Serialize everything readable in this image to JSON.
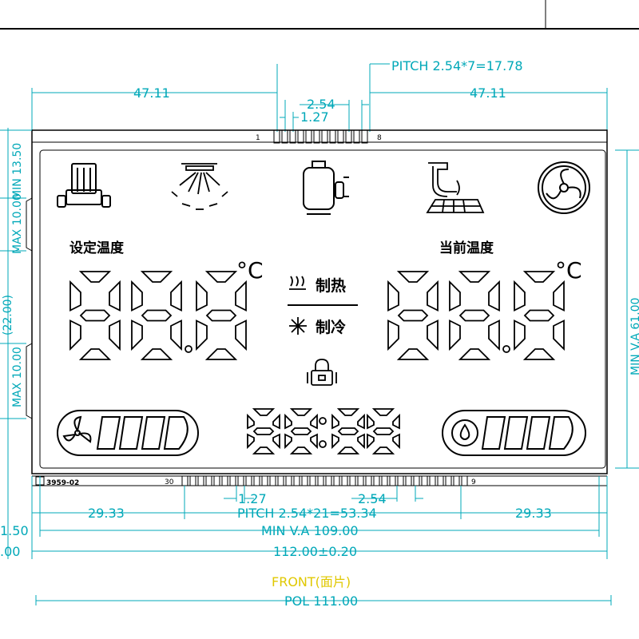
{
  "dims": {
    "pitch_top": "PITCH 2.54*7=17.78",
    "left_top": "47.11",
    "right_top": "47.11",
    "pitch_small": "2.54",
    "pin_width_small": "1.27",
    "pin_top_left": "1",
    "pin_top_right": "8",
    "pin_bot_left": "30",
    "pin_bot_right": "9",
    "model": "3959-02",
    "bot_left": "29.33",
    "bot_right": "29.33",
    "bot_pin_width": "1.27",
    "bot_pitch_small": "2.54",
    "bot_pitch": "PITCH 2.54*21=53.34",
    "min_va_w": "MIN V.A 109.00",
    "total_w": "112.00±0.20",
    "left_edge_a": "1.50",
    "left_edge_b": ".00",
    "front_label": "FRONT(面片)",
    "pol": "POL 111.00",
    "left_v1": "MIN 13.50",
    "left_v2": "MAX 10.00",
    "left_v3": "(22.00)",
    "left_v4": "MAX 10.00",
    "right_v": "MIN V.A 61.00"
  },
  "lcd": {
    "set_temp_label": "设定温度",
    "current_temp_label": "当前温度",
    "deg_c_left": "°C",
    "deg_c_right": "°C",
    "heat_label": "制热",
    "cool_label": "制冷",
    "digits_left": "88.8",
    "digits_right": "88.8",
    "clock_digits": "88:88"
  },
  "colors": {
    "dimension": "#00a8b8",
    "lcd_segments": "#000000",
    "front_label": "#e0c800"
  },
  "icons": [
    "water-pump-icon",
    "sprinkler-icon",
    "compressor-icon",
    "floor-heating-icon",
    "fan-icon",
    "heat-icon",
    "snowflake-icon",
    "lock-icon",
    "fan-level-icon",
    "water-level-icon"
  ]
}
